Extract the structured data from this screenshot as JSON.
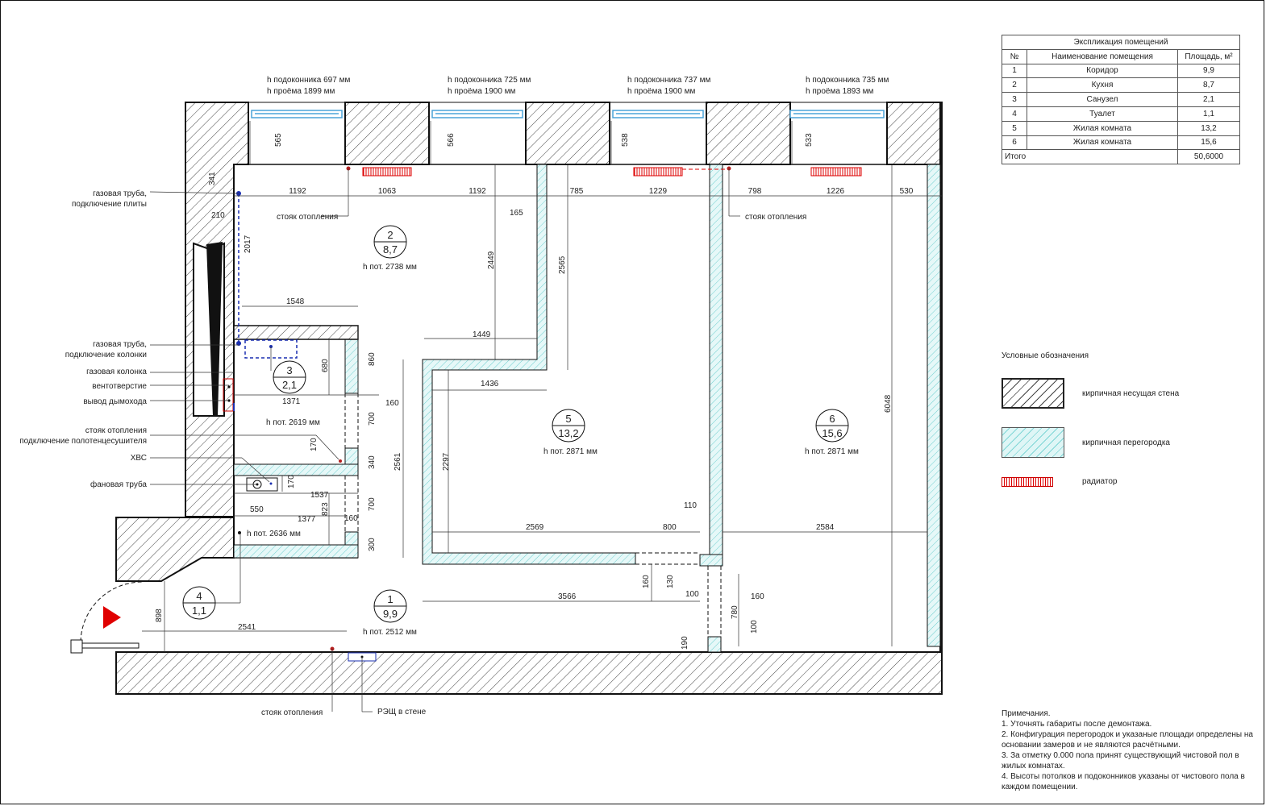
{
  "plan": {
    "windows": [
      {
        "sill": "h подоконника 697 мм",
        "opening": "h проёма 1899 мм",
        "depth": "565"
      },
      {
        "sill": "h подоконника 725 мм",
        "opening": "h проёма 1900 мм",
        "depth": "566"
      },
      {
        "sill": "h подоконника 737 мм",
        "opening": "h проёма 1900 мм",
        "depth": "538"
      },
      {
        "sill": "h подоконника 735 мм",
        "opening": "h проёма 1893 мм",
        "depth": "533"
      }
    ],
    "rooms": [
      {
        "num": "2",
        "area": "8,7",
        "height": "h пот. 2738 мм"
      },
      {
        "num": "3",
        "area": "2,1",
        "height": ""
      },
      {
        "num": "5",
        "area": "13,2",
        "height": "h пот. 2871 мм"
      },
      {
        "num": "6",
        "area": "15,6",
        "height": "h пот. 2871 мм"
      },
      {
        "num": "4",
        "area": "1,1",
        "height": ""
      },
      {
        "num": "1",
        "area": "9,9",
        "height": "h пот. 2512 мм"
      }
    ],
    "extra_heights": [
      "h пот. 2619 мм",
      "h пот. 2636 мм"
    ],
    "callouts_left": [
      "газовая труба,",
      "подключение плиты",
      "газовая труба,",
      "подключение колонки",
      "газовая колонка",
      "вентотверстие",
      "вывод дымохода",
      "стояк отопления",
      "подключение полотенцесушителя",
      "ХВС",
      "фановая труба"
    ],
    "callouts_other": {
      "riser1": "стояк отопления",
      "riser2": "стояк отопления",
      "riser3": "стояк отопления",
      "panel": "РЭЩ в стене"
    },
    "dims": {
      "top_row": [
        "1192",
        "1063",
        "1192",
        "785",
        "1229",
        "798",
        "1226",
        "530"
      ],
      "d341": "341",
      "d210": "210",
      "d2017": "2017",
      "d165": "165",
      "d2449": "2449",
      "d2565": "2565",
      "d1548": "1548",
      "d1449": "1449",
      "d1436": "1436",
      "d860": "860",
      "d680": "680",
      "d1371": "1371",
      "d160a": "160",
      "d700a": "700",
      "d170a": "170",
      "d340": "340",
      "d2561": "2561",
      "d2297": "2297",
      "d170b": "170",
      "d1537": "1537",
      "d550": "550",
      "d823": "823",
      "d1377": "1377",
      "d160b": "160",
      "d700b": "700",
      "d300": "300",
      "d6048": "6048",
      "d2569": "2569",
      "d800": "800",
      "d110": "110",
      "d2584": "2584",
      "d160c": "160",
      "d130": "130",
      "d100a": "100",
      "d3566": "3566",
      "d160d": "160",
      "d780": "780",
      "d100b": "100",
      "d898": "898",
      "d2541": "2541",
      "d190": "190"
    }
  },
  "explication": {
    "title": "Экспликация помещений",
    "headers": [
      "№",
      "Наименование помещения",
      "Площадь, м²"
    ],
    "rows": [
      [
        "1",
        "Коридор",
        "9,9"
      ],
      [
        "2",
        "Кухня",
        "8,7"
      ],
      [
        "3",
        "Санузел",
        "2,1"
      ],
      [
        "4",
        "Туалет",
        "1,1"
      ],
      [
        "5",
        "Жилая комната",
        "13,2"
      ],
      [
        "6",
        "Жилая комната",
        "15,6"
      ]
    ],
    "total_label": "Итого",
    "total_value": "50,6000"
  },
  "legend": {
    "title": "Условные обозначения",
    "brick_wall": "кирпичная несущая стена",
    "partition": "кирпичная перегородка",
    "radiator": "радиатор"
  },
  "notes": {
    "title": "Примечания.",
    "items": [
      "1. Уточнять габариты после демонтажа.",
      "2. Конфигурация перегородок и указаные площади определены на основании замеров и не являются расчётными.",
      "3. За отметку 0.000 пола принят существующий чистовой  пол в жилых комнатах.",
      "4. Высоты потолков и подоконников указаны от чистового пола в каждом помещении."
    ]
  },
  "colors": {
    "wall_hatch": "#444444",
    "partition_fill": "#dff6f6",
    "partition_hatch": "#7fd6d6",
    "radiator": "#dd0000",
    "window": "#4aa3d8",
    "gas": "#1a2fb0",
    "door_arrow": "#e00000"
  }
}
